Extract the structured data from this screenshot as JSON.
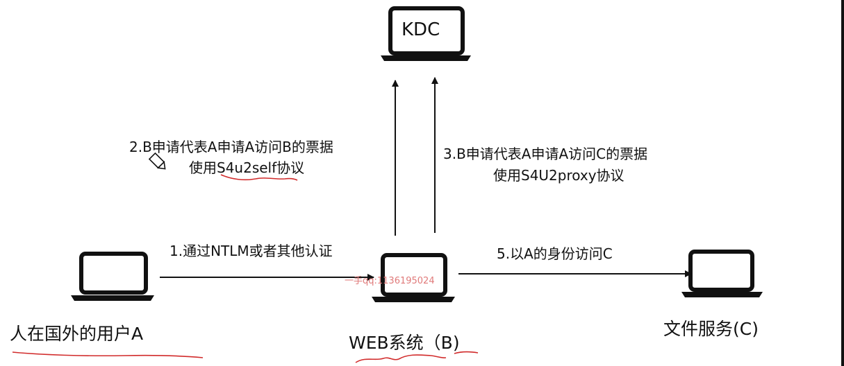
{
  "nodes": {
    "kdc": {
      "screen_text": "KDC"
    },
    "user": {
      "label": "人在国外的用户A"
    },
    "web": {
      "label": "WEB系统（B)"
    },
    "file": {
      "label": "文件服务(C)"
    }
  },
  "steps": {
    "step1": "1.通过NTLM或者其他认证",
    "step2_line1": "2.B申请代表A申请A访问B的票据",
    "step2_line2": "使用S4u2self协议",
    "step3_line1": "3.B申请代表A申请A访问C的票据",
    "step3_line2": "使用S4U2proxy协议",
    "step5": "5.以A的身份访问C"
  },
  "watermark": "一手qq:1136195024",
  "icons": {
    "laptop": "laptop-icon",
    "cursor": "pen-cursor-icon"
  },
  "colors": {
    "line": "#111111",
    "annotation": "#d12a2a",
    "watermark": "#e07a7a"
  }
}
